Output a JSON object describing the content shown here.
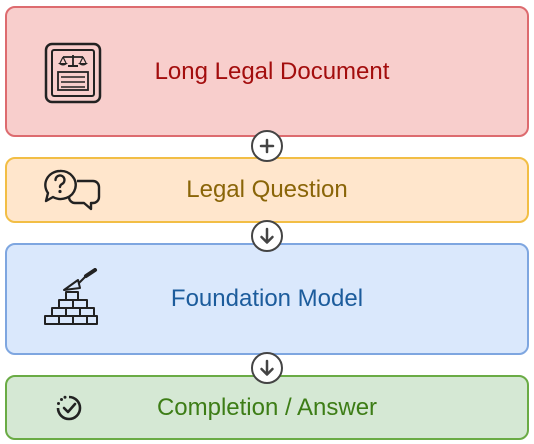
{
  "colors": {
    "doc_fill": "#f8cecc",
    "doc_border": "#dd6b6f",
    "doc_text": "#a30d0d",
    "question_fill": "#ffe6cc",
    "question_border": "#f2be45",
    "question_text": "#8a6508",
    "model_fill": "#dae8fc",
    "model_border": "#7ea6e0",
    "model_text": "#1c5c9c",
    "answer_fill": "#d5e8d4",
    "answer_border": "#6aab45",
    "answer_text": "#3d7d16",
    "connector": "#444444"
  },
  "boxes": {
    "document": {
      "label": "Long Legal Document",
      "icon": "legal-document-icon"
    },
    "question": {
      "label": "Legal Question",
      "icon": "speech-bubbles-question-icon"
    },
    "model": {
      "label": "Foundation Model",
      "icon": "trowel-bricks-icon"
    },
    "answer": {
      "label": "Completion / Answer",
      "icon": "dashed-check-circle-icon"
    }
  },
  "connectors": [
    "plus-icon",
    "arrow-down-icon",
    "arrow-down-icon"
  ]
}
